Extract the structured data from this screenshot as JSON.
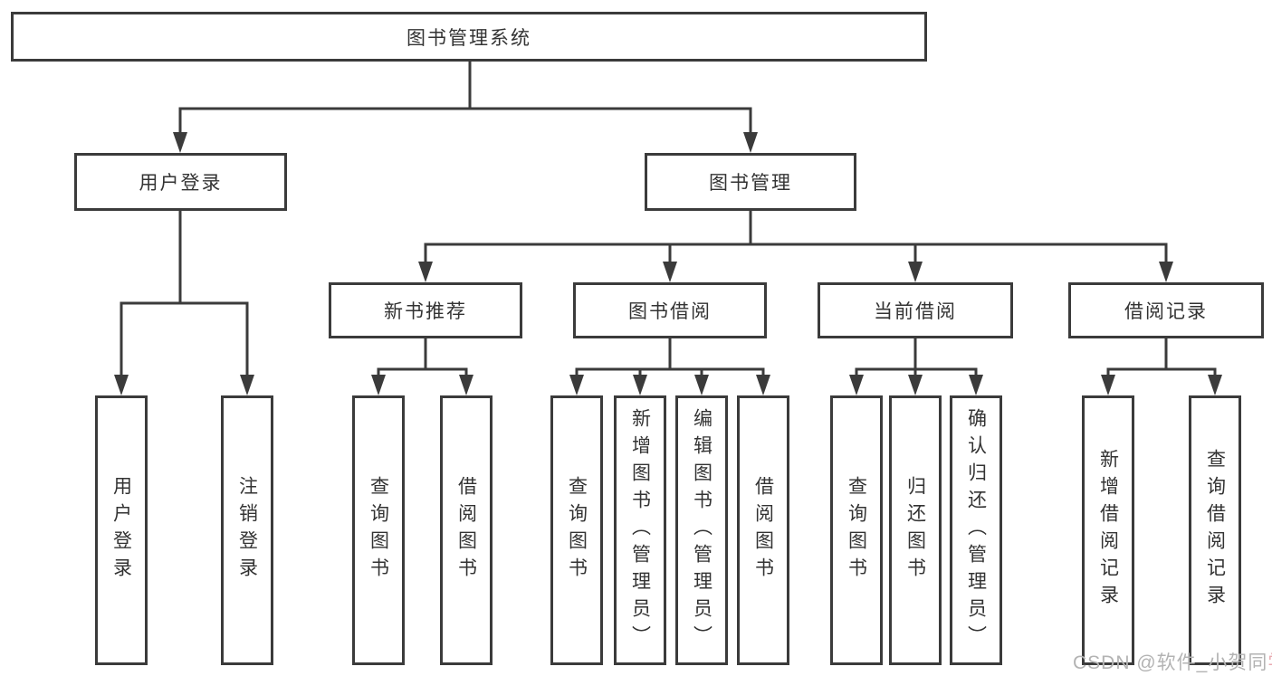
{
  "tree": {
    "root": "图书管理系统",
    "branches": [
      {
        "label": "用户登录",
        "children": [
          "用户登录",
          "注销登录"
        ]
      },
      {
        "label": "图书管理",
        "groups": [
          {
            "label": "新书推荐",
            "children": [
              "查询图书",
              "借阅图书"
            ]
          },
          {
            "label": "图书借阅",
            "children": [
              "查询图书",
              "新增图书（管理员）",
              "编辑图书（管理员）",
              "借阅图书"
            ]
          },
          {
            "label": "当前借阅",
            "children": [
              "查询图书",
              "归还图书",
              "确认归还（管理员）"
            ]
          },
          {
            "label": "借阅记录",
            "children": [
              "新增借阅记录",
              "查询借阅记录"
            ]
          }
        ]
      }
    ]
  },
  "watermark": {
    "gray_part": "CSDN @软件_小贺同",
    "pink_part": "学"
  },
  "colors": {
    "line": "#3b3b3b",
    "box_border": "#3b3b3b",
    "box_text": "#333333",
    "watermark_gray": "#b3b3b3",
    "watermark_pink": "#e9aab0"
  }
}
